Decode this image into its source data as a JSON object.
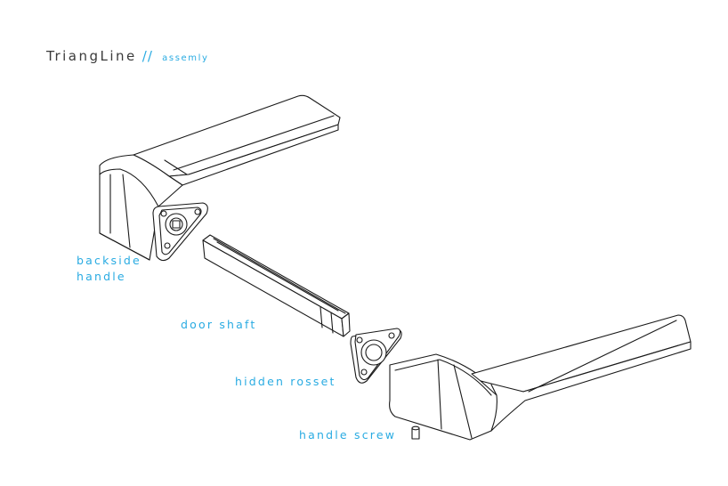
{
  "header": {
    "title": "TriangLine",
    "separator": "//",
    "subtitle": "assemly"
  },
  "labels": {
    "backside_handle_line1": "backside",
    "backside_handle_line2": "handle",
    "door_shaft": "door shaft",
    "hidden_rosset": "hidden rosset",
    "handle_screw": "handle screw"
  },
  "colors": {
    "accent": "#29abe2",
    "title_text": "#3a3a3a",
    "line": "#1a1a1a",
    "background": "#ffffff"
  }
}
